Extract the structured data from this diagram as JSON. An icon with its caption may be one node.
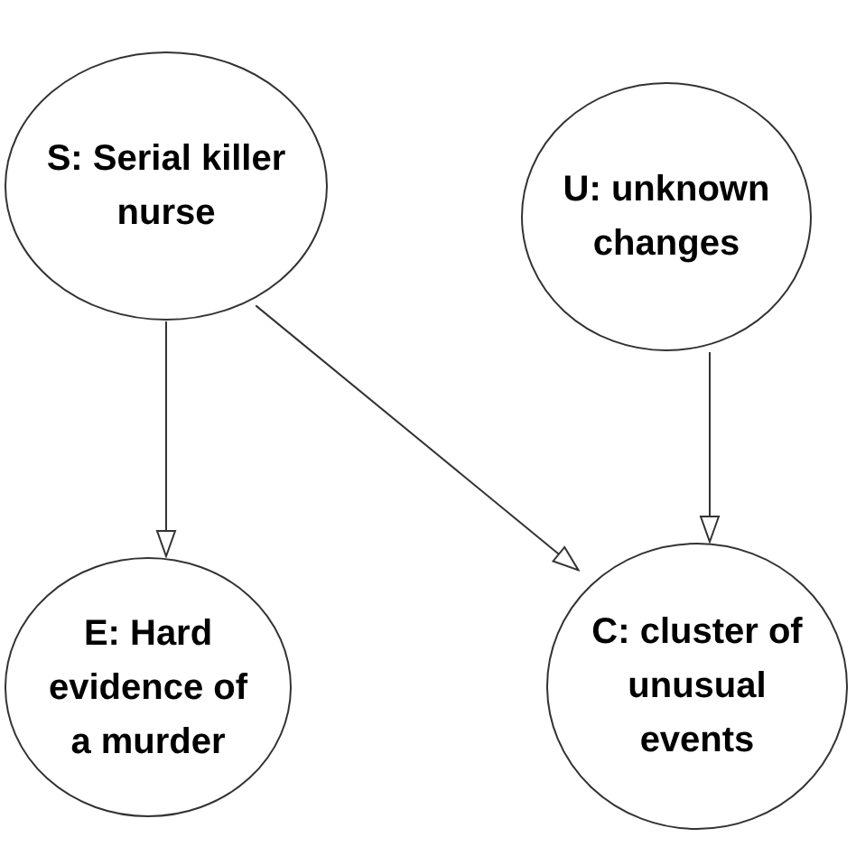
{
  "diagram": {
    "nodes": [
      {
        "text": [
          "S: Serial killer nurse"
        ]
      },
      {
        "text": [
          "U: unknown changes"
        ]
      },
      {
        "text": [
          "E: Hard evidence of a murder"
        ]
      },
      {
        "text": [
          "C: cluster of unusual events"
        ]
      }
    ],
    "edges": [
      {
        "from": 0,
        "to": 2,
        "arrow": "to"
      },
      {
        "from": 0,
        "to": 3,
        "arrow": "to"
      },
      {
        "from": 1,
        "to": 3,
        "arrow": "to"
      }
    ]
  }
}
